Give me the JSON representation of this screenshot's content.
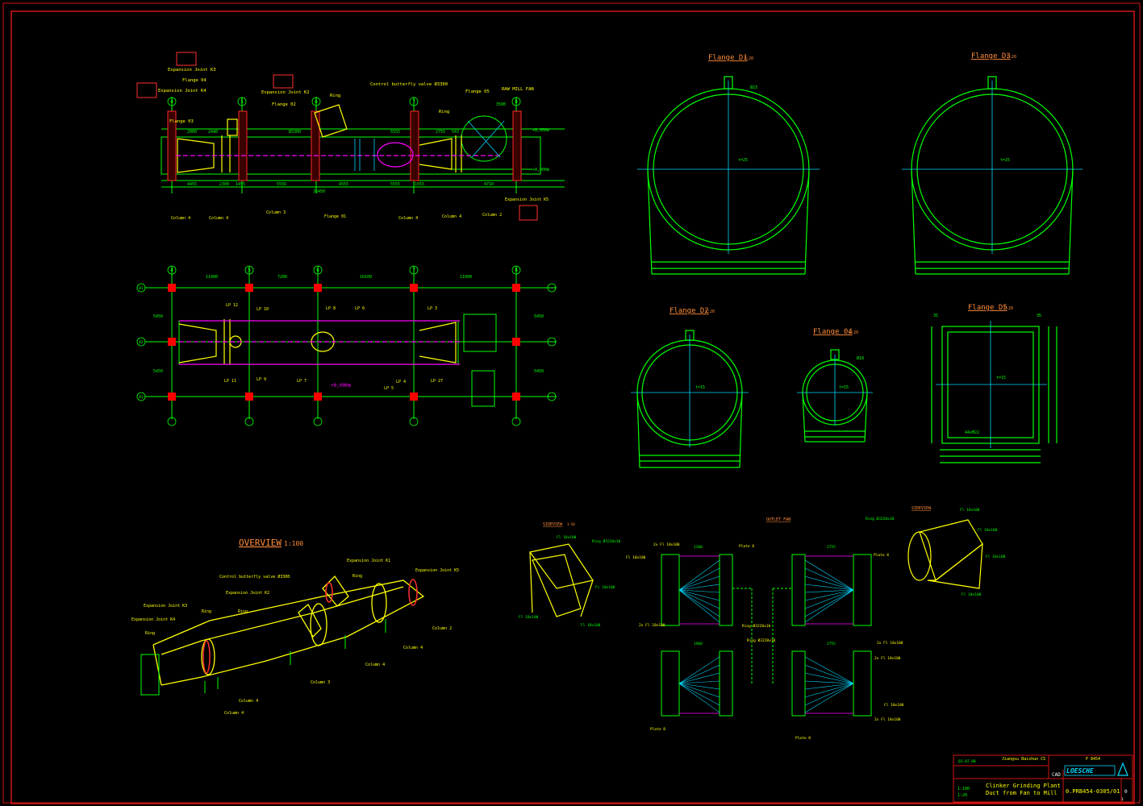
{
  "elevation": {
    "callouts": [
      "Expansion Joint K3",
      "Flange 04",
      "Expansion Joint K4",
      "Flange 03",
      "Expansion Joint K2",
      "Flange 02",
      "Ring",
      "Control butterfly valve Ø3300",
      "Ring",
      "Flange 05",
      "RAW MILL FAN"
    ],
    "bottom_callouts": [
      "Column 4",
      "Column 4",
      "Column 3",
      "Flange 01",
      "Column 4",
      "Column 4",
      "Column 2"
    ],
    "right_callout": "Expansion Joint K5",
    "top_dims": [
      "2000",
      "2440",
      "Ø3300",
      "5555",
      "2755",
      "543",
      "3500"
    ],
    "bottom_dims": [
      "4455",
      "2300",
      "1455",
      "5556",
      "4555",
      "5555",
      "1655",
      "4710"
    ],
    "overall_dim": "36450",
    "levels": [
      "+8,000m",
      "+0,000m"
    ],
    "grid_labels": [
      "4",
      "5",
      "6",
      "7",
      "8"
    ]
  },
  "plan": {
    "top_dims": [
      "11400",
      "7200",
      "10100",
      "11000"
    ],
    "lp_labels": [
      "LP 12",
      "LP 10",
      "LP 8",
      "LP 6",
      "LP 3",
      "LP 11",
      "LP 9",
      "LP 7",
      "LP 5",
      "LP 4",
      "LP 27"
    ],
    "level": "+0,000m",
    "row_labels": [
      "B1",
      "B2",
      "B3"
    ],
    "side_dims": [
      "5450",
      "5450",
      "5450",
      "5450"
    ],
    "grid_labels": [
      "4",
      "5",
      "6",
      "7",
      "8"
    ]
  },
  "overview": {
    "title": "OVERVIEW",
    "scale": "1:100",
    "callouts": [
      "Expansion Joint K1",
      "Control butterfly valve Ø3300",
      "Expansion Joint K5",
      "Expansion Joint K2",
      "Expansion Joint K3",
      "Expansion Joint K4",
      "Ring",
      "Ring",
      "Ring",
      "Ring",
      "Column 2",
      "Column 4",
      "Column 4",
      "Column 3",
      "Column 4",
      "Column 4"
    ]
  },
  "flanges": [
    {
      "title": "Flange D1",
      "scale": "1:20",
      "center": "t=25",
      "radius": "Ø23"
    },
    {
      "title": "Flange D3",
      "scale": "1:20",
      "center": "t=25"
    },
    {
      "title": "Flange D2",
      "scale": "1:20",
      "center": "t=15"
    },
    {
      "title": "Flange 04",
      "scale": "1:20",
      "center": "t=15",
      "radius": "Ø18"
    },
    {
      "title": "Flange D5",
      "scale": "1:20",
      "center": "t=15",
      "corner_dims": [
        "35",
        "35"
      ],
      "bolts": "44xM22"
    }
  ],
  "transitions": {
    "sideview_label": "SIDEVIEW",
    "sideview_scale": "1:50",
    "outlet_label": "OUTLET FAN",
    "left_iso": [
      "Fl 18x100",
      "Ring Ø3220x10",
      "Fl 10x100",
      "Fl 18x100",
      "Fl 18x100"
    ],
    "right_iso": [
      "Ring Ø3220x10",
      "Fl 10x100",
      "Fl 10x100",
      "Fl 10x100",
      "Fl 10x100"
    ],
    "views": [
      "Plate 8",
      "Plate 8",
      "Plate 8",
      "Plate 8",
      "Ring Ø3220x10",
      "Ring Ø3220x10",
      "2x Fl 18x100",
      "Fl 10x100",
      "2x Fl 18x100",
      "2x Fl 18x100",
      "2x Fl 18x100",
      "Fl 10x100",
      "2x Fl 18x100"
    ],
    "dims": [
      "2755",
      "1200",
      "2755",
      "1960"
    ]
  },
  "title_block": {
    "project_no": "P 8454",
    "customer": "Jiangsu Baishun CS",
    "date": "03.07.08",
    "drawn": "CAD",
    "scale_a": "1:100",
    "scale_b": "1:20",
    "title_line1": "Clinker Grinding Plant",
    "title_line2": "Duct from Fan to Mill",
    "drawing_no": "0.PRB454-0305/01",
    "revision": "0",
    "sheet": "1",
    "company": "LOESCHE"
  },
  "colors": {
    "background": "#000000",
    "border": "#d01414",
    "outline": "#00ff00",
    "axis": "#00d8ff",
    "detail": "#ffff00",
    "accent": "#ff00ff",
    "marker": "#ff0000",
    "title": "#ff8c3a"
  }
}
